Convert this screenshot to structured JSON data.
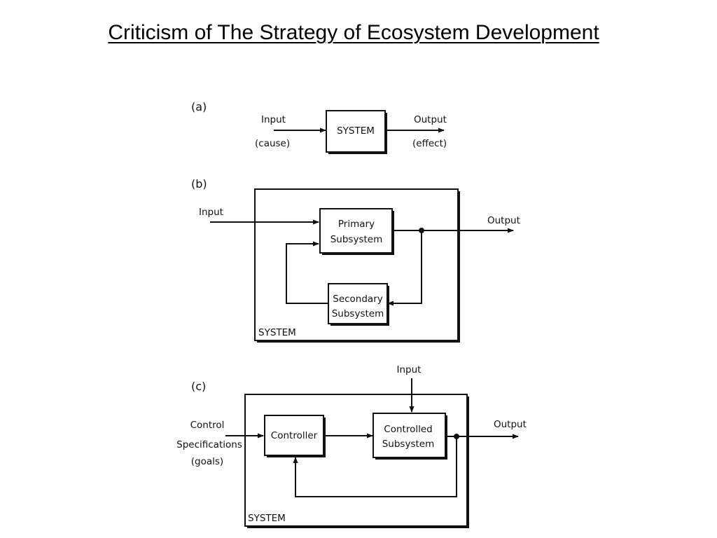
{
  "slide": {
    "title": "Criticism of The Strategy of Ecosystem Development"
  },
  "panel_a": {
    "label": "(a)",
    "input_label": "Input",
    "input_note": "(cause)",
    "system_label": "SYSTEM",
    "output_label": "Output",
    "output_note": "(effect)"
  },
  "panel_b": {
    "label": "(b)",
    "input_label": "Input",
    "primary_line1": "Primary",
    "primary_line2": "Subsystem",
    "secondary_line1": "Secondary",
    "secondary_line2": "Subsystem",
    "output_label": "Output",
    "system_label": "SYSTEM"
  },
  "panel_c": {
    "label": "(c)",
    "external_input_label": "Input",
    "control_line1": "Control",
    "control_line2": "Specifications",
    "control_line3": "(goals)",
    "controller_label": "Controller",
    "controlled_line1": "Controlled",
    "controlled_line2": "Subsystem",
    "output_label": "Output",
    "system_label": "SYSTEM"
  },
  "colors": {
    "ink": "#111111",
    "background": "#ffffff"
  }
}
